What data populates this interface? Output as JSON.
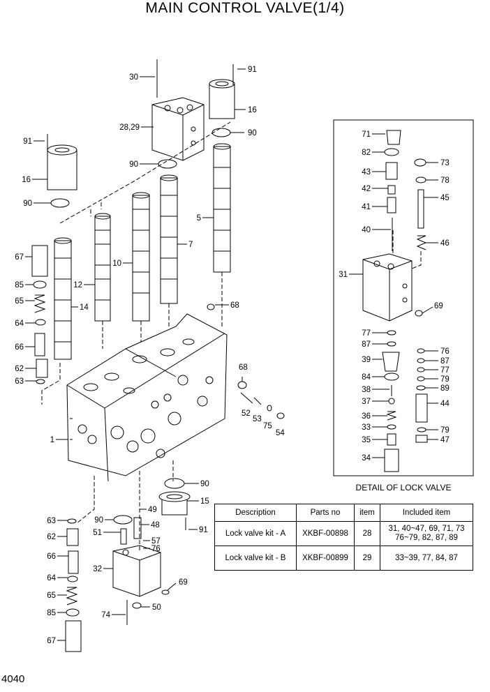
{
  "title": "MAIN CONTROL VALVE(1/4)",
  "page_number": "4040",
  "detail_caption": "DETAIL OF LOCK VALVE",
  "callouts_main": {
    "c30": "30",
    "c91a": "91",
    "c16a": "16",
    "c2829": "28,29",
    "c90a": "90",
    "c91b": "91",
    "c16b": "16",
    "c90b": "90",
    "c90c": "90",
    "c5": "5",
    "c67a": "67",
    "c85a": "85",
    "c65a": "65",
    "c64a": "64",
    "c66a": "66",
    "c62a": "62",
    "c63a": "63",
    "c12": "12",
    "c14": "14",
    "c10": "10",
    "c7": "7",
    "c68a": "68",
    "c68b": "68",
    "c52": "52",
    "c53": "53",
    "c75": "75",
    "c54": "54",
    "c1": "1",
    "c90d": "90",
    "c15": "15",
    "c49": "49",
    "c63b": "63",
    "c90e": "90",
    "c48": "48",
    "c91c": "91",
    "c51": "51",
    "c62b": "62",
    "c57": "57",
    "c76": "76",
    "c66b": "66",
    "c32": "32",
    "c64b": "64",
    "c69": "69",
    "c65b": "65",
    "c85b": "85",
    "c50": "50",
    "c74": "74",
    "c67b": "67"
  },
  "callouts_detail": {
    "d71": "71",
    "d82": "82",
    "d43": "43",
    "d73": "73",
    "d42": "42",
    "d78": "78",
    "d41": "41",
    "d45": "45",
    "d40": "40",
    "d46": "46",
    "d31": "31",
    "d69": "69",
    "d77a": "77",
    "d87a": "87",
    "d76": "76",
    "d39": "39",
    "d87b": "87",
    "d77b": "77",
    "d84": "84",
    "d79a": "79",
    "d38": "38",
    "d89": "89",
    "d37": "37",
    "d44": "44",
    "d36": "36",
    "d33": "33",
    "d79b": "79",
    "d35": "35",
    "d47": "47",
    "d34": "34"
  },
  "kit_table": {
    "headers": [
      "Description",
      "Parts no",
      "item",
      "Included item"
    ],
    "rows": [
      {
        "description": "Lock valve kit - A",
        "parts_no": "XKBF-00898",
        "item": "28",
        "included_1": "31, 40~47, 69, 71, 73",
        "included_2": "76~79, 82, 87, 89"
      },
      {
        "description": "Lock valve kit - B",
        "parts_no": "XKBF-00899",
        "item": "29",
        "included_1": "33~39, 77, 84, 87",
        "included_2": ""
      }
    ]
  }
}
